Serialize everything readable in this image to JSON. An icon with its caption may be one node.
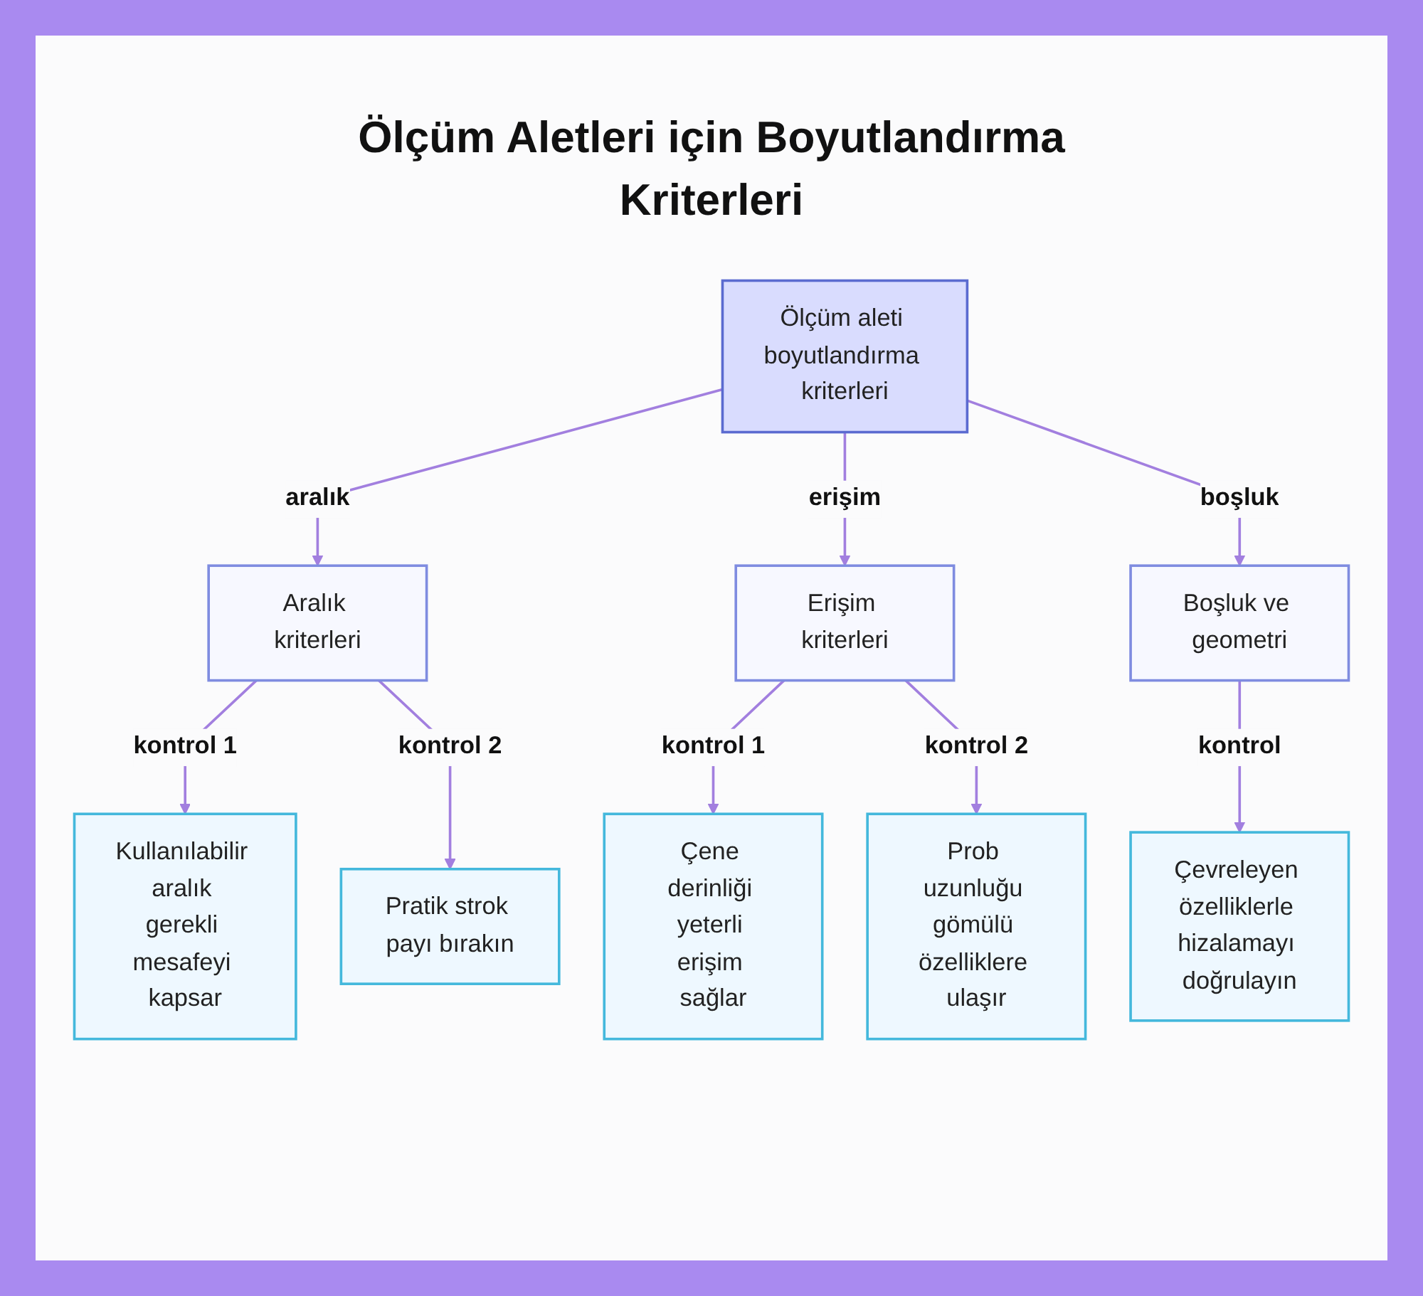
{
  "diagram": {
    "title": "Ölçüm Aletleri için Boyutlandırma Kriterleri",
    "nodes": [
      {
        "text": [
          "Ölçüm aleti boyutlandırma kriterleri"
        ]
      },
      {
        "text": [
          "Aralık kriterleri"
        ]
      },
      {
        "text": [
          "Erişim kriterleri"
        ]
      },
      {
        "text": [
          "Boşluk ve geometri"
        ]
      },
      {
        "text": [
          "Kullanılabilir aralık gerekli mesafeyi kapsar"
        ]
      },
      {
        "text": [
          "Pratik strok payı bırakın"
        ]
      },
      {
        "text": [
          "Çene derinliği yeterli erişim sağlar"
        ]
      },
      {
        "text": [
          "Prob uzunluğu gömülü özelliklere ulaşır"
        ]
      },
      {
        "text": [
          "Çevreleyen özelliklerle hizalamayı doğrulayın"
        ]
      }
    ],
    "edges": [
      {
        "from": 0,
        "to": 1,
        "arrow": "to",
        "label": "aralık"
      },
      {
        "from": 0,
        "to": 2,
        "arrow": "to",
        "label": "erişim"
      },
      {
        "from": 0,
        "to": 3,
        "arrow": "to",
        "label": "boşluk"
      },
      {
        "from": 1,
        "to": 4,
        "arrow": "to",
        "label": "kontrol 1"
      },
      {
        "from": 1,
        "to": 5,
        "arrow": "to",
        "label": "kontrol 2"
      },
      {
        "from": 2,
        "to": 6,
        "arrow": "to",
        "label": "kontrol 1"
      },
      {
        "from": 2,
        "to": 7,
        "arrow": "to",
        "label": "kontrol 2"
      },
      {
        "from": 3,
        "to": 8,
        "arrow": "to",
        "label": "kontrol"
      }
    ]
  }
}
